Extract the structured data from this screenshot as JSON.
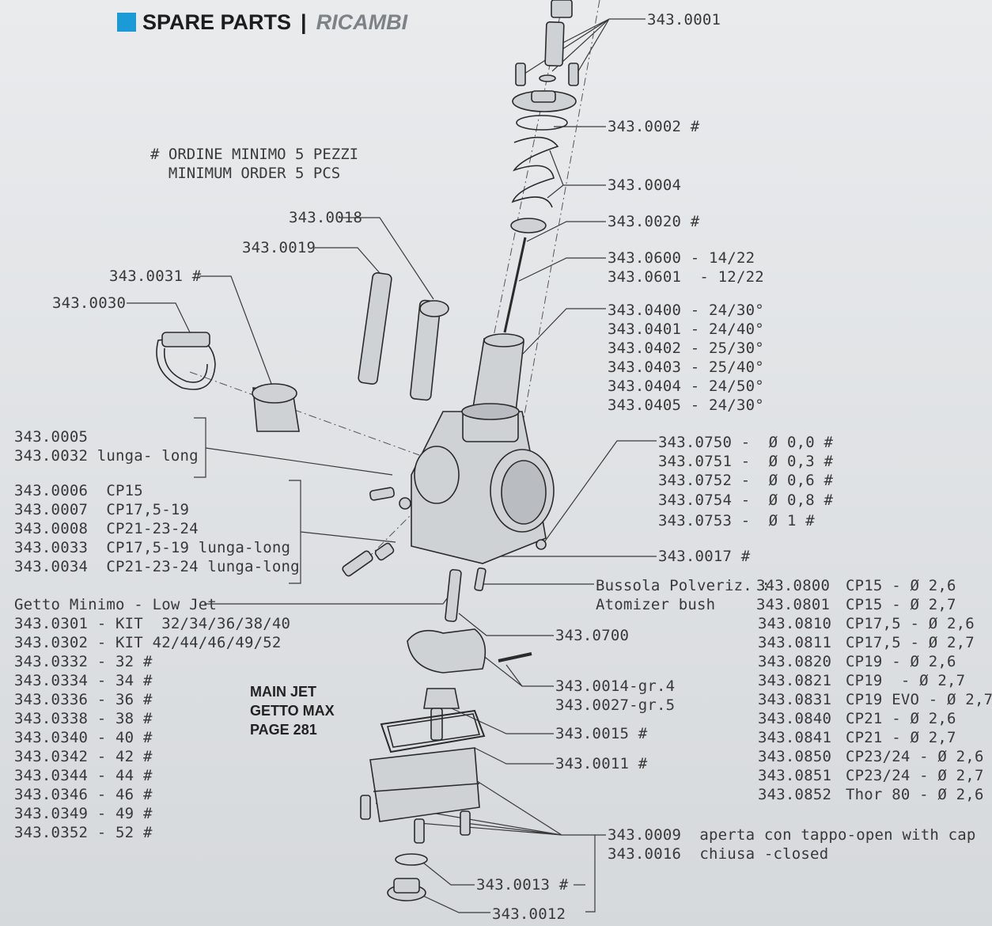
{
  "header": {
    "title": "SPARE PARTS",
    "separator": "|",
    "title_it": "RICAMBI",
    "accent_color": "#1a9ad6"
  },
  "note": {
    "line1": "# ORDINE MINIMO 5 PEZZI",
    "line2": "MINIMUM ORDER 5 PCS"
  },
  "main_jet": {
    "line1": "MAIN JET",
    "line2": "GETTO MAX",
    "line3": "PAGE 281"
  },
  "labels_right": [
    "343.0001",
    "343.0002 #",
    "343.0004",
    "343.0020 #",
    "343.0600 - 14/22",
    "343.0601  - 12/22",
    "343.0400 - 24/30°",
    "343.0401 - 24/40°",
    "343.0402 - 25/30°",
    "343.0403 - 25/40°",
    "343.0404 - 24/50°",
    "343.0405 - 24/30°"
  ],
  "labels_upper_left": [
    "343.0018",
    "343.0019",
    "343.0031 #",
    "343.0030"
  ],
  "labels_left": [
    "343.0005",
    "343.0032 lunga- long",
    "343.0006  CP15",
    "343.0007  CP17,5-19",
    "343.0008  CP21-23-24",
    "343.0033  CP17,5-19 lunga-long",
    "343.0034  CP21-23-24 lunga-long"
  ],
  "low_jet": {
    "title": "Getto Minimo - Low Jet",
    "items": [
      "343.0301 - KIT  32/34/36/38/40",
      "343.0302 - KIT 42/44/46/49/52",
      "343.0332 - 32 #",
      "343.0334 - 34 #",
      "343.0336 - 36 #",
      "343.0338 - 38 #",
      "343.0340 - 40 #",
      "343.0342 - 42 #",
      "343.0344 - 44 #",
      "343.0346 - 46 #",
      "343.0349 - 49 #",
      "343.0352 - 52 #"
    ]
  },
  "idle_jet": [
    "343.0750 -  Ø 0,0 #",
    "343.0751 -  Ø 0,3 #",
    "343.0752 -  Ø 0,6 #",
    "343.0754 -  Ø 0,8 #",
    "343.0753 -  Ø 1 #"
  ],
  "part_0017": "343.0017 #",
  "atomizer": {
    "label_it": "Bussola Polveriz. :",
    "label_en": "Atomizer bush",
    "codes": [
      "343.0800",
      "343.0801",
      "343.0810",
      "343.0811",
      "343.0820",
      "343.0821",
      "343.0831",
      "343.0840",
      "343.0841",
      "343.0850",
      "343.0851",
      "343.0852"
    ],
    "specs": [
      "CP15 - Ø 2,6",
      "CP15 - Ø 2,7",
      "CP17,5 - Ø 2,6",
      "CP17,5 - Ø 2,7",
      "CP19 - Ø 2,6",
      "CP19  - Ø 2,7",
      "CP19 EVO - Ø 2,7",
      "CP21 - Ø 2,6",
      "CP21 - Ø 2,7",
      "CP23/24 - Ø 2,6",
      "CP23/24 - Ø 2,7",
      "Thor 80 - Ø 2,6"
    ]
  },
  "labels_lower": [
    "343.0700",
    "343.0014-gr.4",
    "343.0027-gr.5",
    "343.0015 #",
    "343.0011 #",
    "343.0009  aperta con tappo-open with cap",
    "343.0016  chiusa -closed",
    "343.0013 #",
    "343.0012"
  ]
}
